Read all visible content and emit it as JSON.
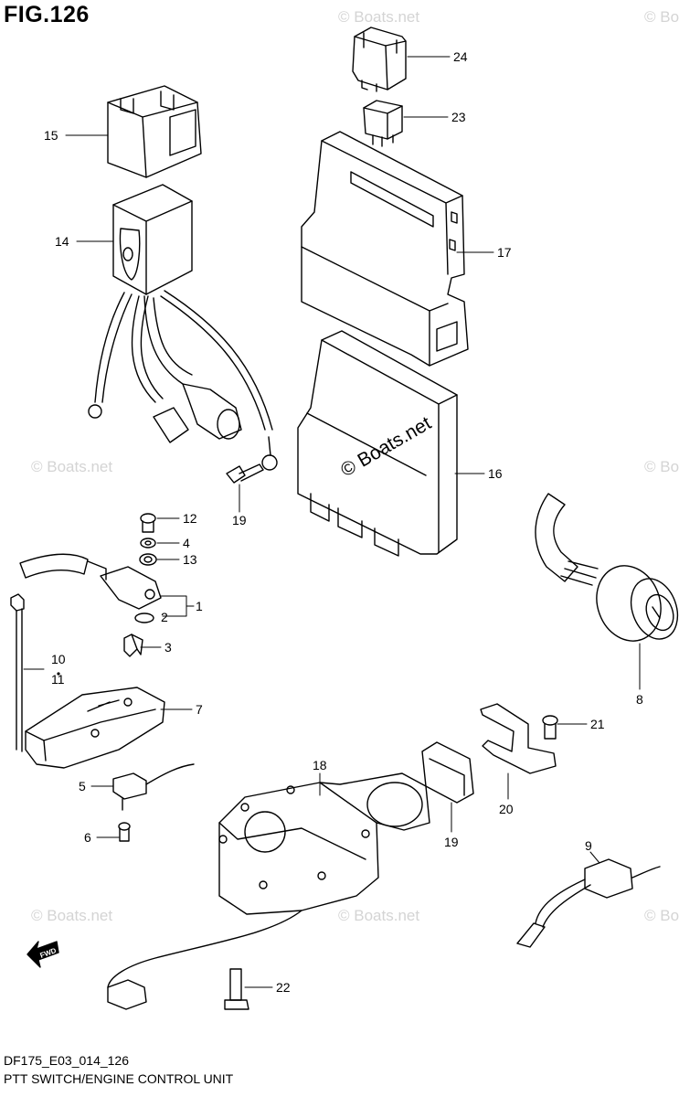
{
  "figure": {
    "title": "FIG.126",
    "code": "DF175_E03_014_126",
    "caption": "PTT SWITCH/ENGINE CONTROL UNIT",
    "watermark": "© Boats.net",
    "fwd_label": "FWD"
  },
  "callouts": [
    {
      "id": "24",
      "label": "24"
    },
    {
      "id": "23",
      "label": "23"
    },
    {
      "id": "15",
      "label": "15"
    },
    {
      "id": "14",
      "label": "14"
    },
    {
      "id": "17",
      "label": "17"
    },
    {
      "id": "16",
      "label": "16"
    },
    {
      "id": "19a",
      "label": "19"
    },
    {
      "id": "12",
      "label": "12"
    },
    {
      "id": "4",
      "label": "4"
    },
    {
      "id": "13",
      "label": "13"
    },
    {
      "id": "1",
      "label": "1"
    },
    {
      "id": "2",
      "label": "2"
    },
    {
      "id": "3",
      "label": "3"
    },
    {
      "id": "10",
      "label": "10"
    },
    {
      "id": "11",
      "label": "11"
    },
    {
      "id": "7",
      "label": "7"
    },
    {
      "id": "5",
      "label": "5"
    },
    {
      "id": "6",
      "label": "6"
    },
    {
      "id": "8",
      "label": "8"
    },
    {
      "id": "21",
      "label": "21"
    },
    {
      "id": "20",
      "label": "20"
    },
    {
      "id": "18",
      "label": "18"
    },
    {
      "id": "19b",
      "label": "19"
    },
    {
      "id": "9",
      "label": "9"
    },
    {
      "id": "22",
      "label": "22"
    }
  ]
}
